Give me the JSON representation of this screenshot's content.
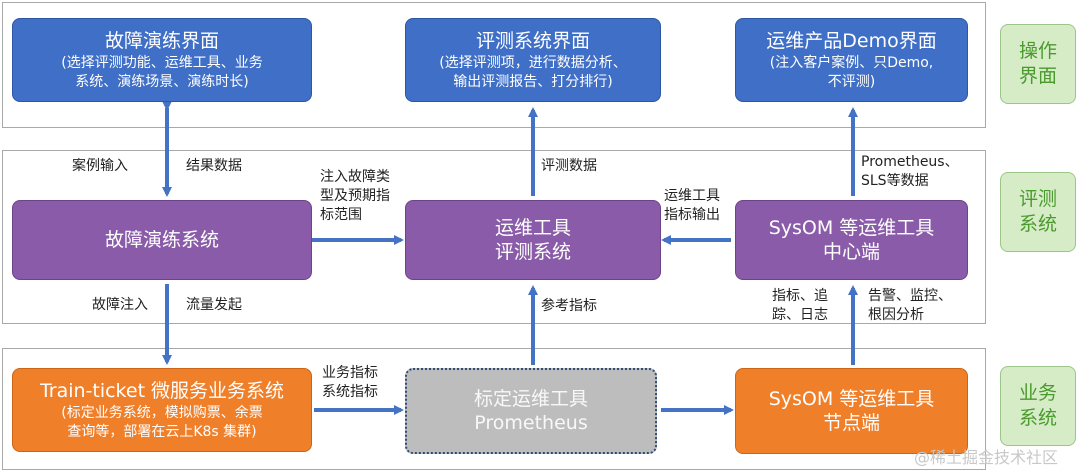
{
  "layers": {
    "operation": "操作\n界面",
    "evaluation": "评测\n系统",
    "business": "业务\n系统"
  },
  "boxes": {
    "fault_ui": {
      "title": "故障演练界面",
      "sub": "(选择评测功能、运维工具、业务\n系统、演练场景、演练时长)"
    },
    "eval_ui": {
      "title": "评测系统界面",
      "sub": "(选择评测项，进行数据分析、\n输出评测报告、打分排行)"
    },
    "demo_ui": {
      "title": "运维产品Demo界面",
      "sub": "(注入客户案例、只Demo,\n不评测)"
    },
    "fault_system": {
      "title": "故障演练系统"
    },
    "eval_system": {
      "title": "运维工具\n评测系统"
    },
    "sysom_center": {
      "title": "SysOM 等运维工具\n中心端"
    },
    "train_ticket": {
      "title": "Train-ticket 微服务业务系统",
      "sub": "(标定业务系统，模拟购票、余票\n查询等，部署在云上K8s 集群)"
    },
    "prometheus": {
      "title": "标定运维工具\nPrometheus"
    },
    "sysom_node": {
      "title": "SysOM 等运维工具\n节点端"
    }
  },
  "labels": {
    "case_input": "案例输入",
    "result_data": "结果数据",
    "inject_fault_type": "注入故障类\n型及预期指\n标范围",
    "eval_data": "评测数据",
    "prometheus_sls": "Prometheus、\nSLS等数据",
    "ops_tool_metrics": "运维工具\n指标输出",
    "fault_injection": "故障注入",
    "traffic": "流量发起",
    "reference_metrics": "参考指标",
    "metrics_trace_log": "指标、追\n踪、日志",
    "alert_monitor": "告警、监控、\n根因分析",
    "business_metrics": "业务指标\n系统指标"
  },
  "watermark": "@稀土掘金技术社区",
  "colors": {
    "blue": "#3f6fc6",
    "purple": "#8a5ba8",
    "orange": "#f07f2a",
    "gray": "#bdbdbd",
    "arrow": "#4472c4",
    "layer_green": "#d5ecc6"
  }
}
